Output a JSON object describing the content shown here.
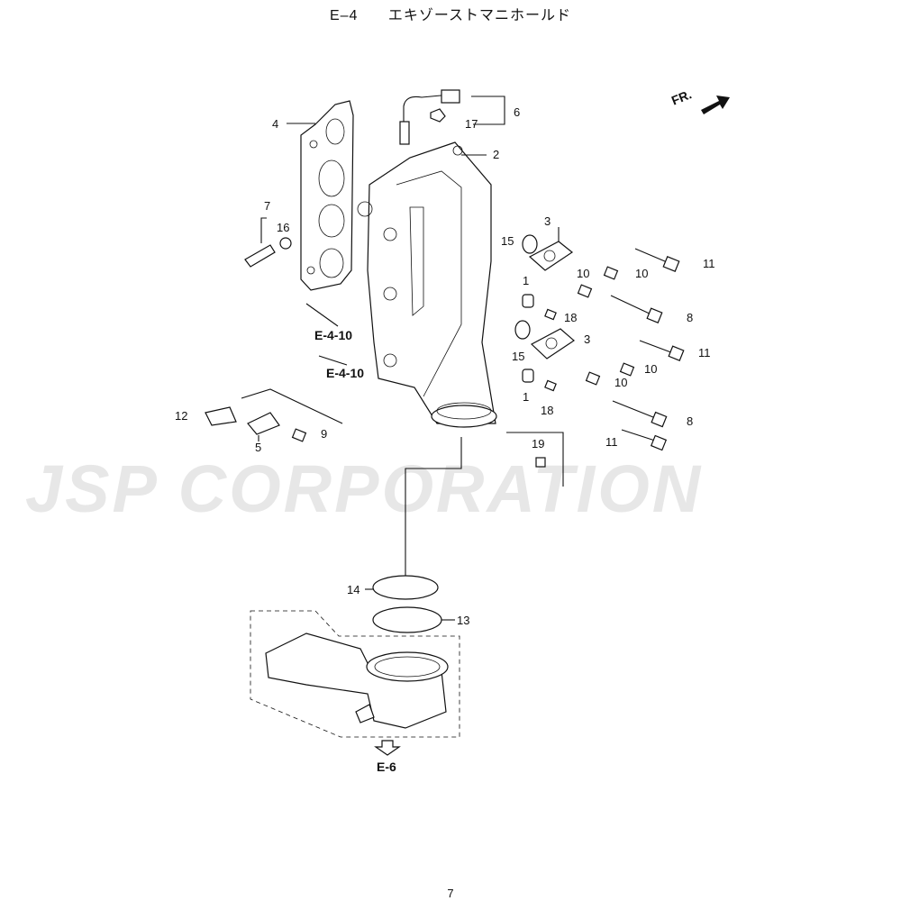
{
  "header": {
    "code": "E–4",
    "title": "エキゾーストマニホールド"
  },
  "direction": {
    "label": "FR."
  },
  "watermark": {
    "text": "JSP CORPORATION"
  },
  "page_number": "7",
  "references": {
    "ref_a": "E-4-10",
    "ref_b": "E-4-10",
    "ref_c": "E-6"
  },
  "callouts": {
    "p1a": "1",
    "p1b": "1",
    "p2": "2",
    "p3a": "3",
    "p3b": "3",
    "p4": "4",
    "p5": "5",
    "p6": "6",
    "p7": "7",
    "p8a": "8",
    "p8b": "8",
    "p9": "9",
    "p10a": "10",
    "p10b": "10",
    "p10c": "10",
    "p10d": "10",
    "p11a": "11",
    "p11b": "11",
    "p11c": "11",
    "p12": "12",
    "p13": "13",
    "p14": "14",
    "p15a": "15",
    "p15b": "15",
    "p16": "16",
    "p17": "17",
    "p18a": "18",
    "p18b": "18",
    "p19": "19"
  },
  "colors": {
    "line": "#111111",
    "watermark": "#e7e7e7",
    "background": "#ffffff"
  }
}
